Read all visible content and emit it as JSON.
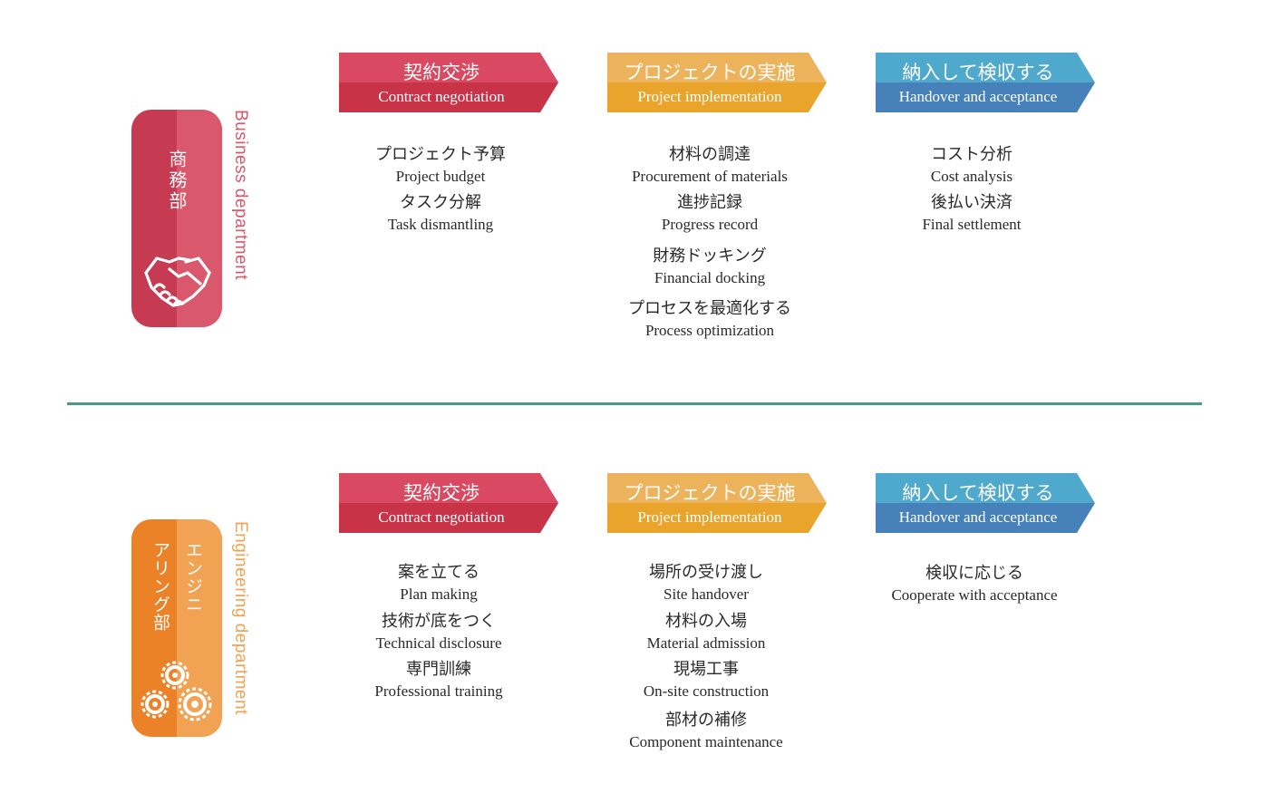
{
  "colors": {
    "business": "#c73b52",
    "business_light": "#d9586c",
    "engineering": "#ec8228",
    "engineering_light": "#f1a253",
    "step1_top": "#d94961",
    "step1_bottom": "#c83348",
    "step2_top": "#ecb35c",
    "step2_bottom": "#e8a42b",
    "step3_top": "#4fa9cc",
    "step3_bottom": "#4682b9",
    "divider": "#4c9a84"
  },
  "business": {
    "badge_jp": "商務部",
    "badge_icon": "handshake-icon",
    "label_en": "Business department",
    "steps": [
      {
        "jp": "契約交渉",
        "en": "Contract negotiation",
        "tasks": [
          {
            "jp": "プロジェクト予算",
            "en": "Project budget"
          },
          {
            "jp": "タスク分解",
            "en": "Task dismantling"
          }
        ]
      },
      {
        "jp": "プロジェクトの実施",
        "en": "Project implementation",
        "tasks": [
          {
            "jp": "材料の調達",
            "en": "Procurement of materials"
          },
          {
            "jp": "進捗記録",
            "en": "Progress record"
          },
          {
            "jp": "財務ドッキング",
            "en": "Financial docking"
          },
          {
            "jp": "プロセスを最適化する",
            "en": "Process optimization"
          }
        ]
      },
      {
        "jp": "納入して検収する",
        "en": "Handover and acceptance",
        "tasks": [
          {
            "jp": "コスト分析",
            "en": "Cost analysis"
          },
          {
            "jp": "後払い決済",
            "en": "Final settlement"
          }
        ]
      }
    ]
  },
  "engineering": {
    "badge_jp_1": "エンジニ",
    "badge_jp_2": "アリング部",
    "badge_icon": "gears-icon",
    "label_en": "Engineering department",
    "steps": [
      {
        "jp": "契約交渉",
        "en": "Contract negotiation",
        "tasks": [
          {
            "jp": "案を立てる",
            "en": "Plan making"
          },
          {
            "jp": "技術が底をつく",
            "en": "Technical disclosure"
          },
          {
            "jp": "専門訓練",
            "en": "Professional training"
          }
        ]
      },
      {
        "jp": "プロジェクトの実施",
        "en": "Project implementation",
        "tasks": [
          {
            "jp": "場所の受け渡し",
            "en": "Site handover"
          },
          {
            "jp": "材料の入場",
            "en": "Material admission"
          },
          {
            "jp": "現場工事",
            "en": "On-site construction"
          },
          {
            "jp": "部材の補修",
            "en": "Component maintenance"
          }
        ]
      },
      {
        "jp": "納入して検収する",
        "en": "Handover and acceptance",
        "tasks": [
          {
            "jp": "検収に応じる",
            "en": "Cooperate with acceptance"
          }
        ]
      }
    ]
  }
}
